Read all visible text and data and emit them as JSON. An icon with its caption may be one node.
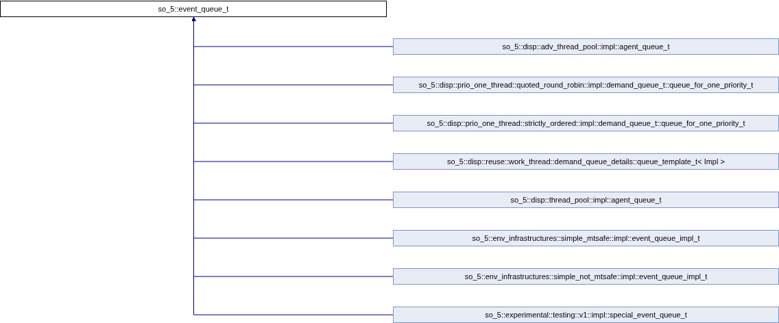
{
  "diagram": {
    "nodes": [
      {
        "text": [
          "so_5::event_queue_t"
        ]
      },
      {
        "text": [
          "so_5::disp::adv_thread_pool::impl::agent_queue_t"
        ]
      },
      {
        "text": [
          "so_5::disp::prio_one_thread::quoted_round_robin::impl::demand_queue_t::queue_for_one_priority_t"
        ]
      },
      {
        "text": [
          "so_5::disp::prio_one_thread::strictly_ordered::impl::demand_queue_t::queue_for_one_priority_t"
        ]
      },
      {
        "text": [
          "so_5::disp::reuse::work_thread::demand_queue_details::queue_template_t< Impl >"
        ]
      },
      {
        "text": [
          "so_5::disp::thread_pool::impl::agent_queue_t"
        ]
      },
      {
        "text": [
          "so_5::env_infrastructures::simple_mtsafe::impl::event_queue_impl_t"
        ]
      },
      {
        "text": [
          "so_5::env_infrastructures::simple_not_mtsafe::impl::event_queue_impl_t"
        ]
      },
      {
        "text": [
          "so_5::experimental::testing::v1::impl::special_event_queue_t"
        ]
      }
    ],
    "edges": [
      {
        "from": 1,
        "to": 0,
        "arrow": "to"
      },
      {
        "from": 2,
        "to": 0,
        "arrow": "to"
      },
      {
        "from": 3,
        "to": 0,
        "arrow": "to"
      },
      {
        "from": 4,
        "to": 0,
        "arrow": "to"
      },
      {
        "from": 5,
        "to": 0,
        "arrow": "to"
      },
      {
        "from": 6,
        "to": 0,
        "arrow": "to"
      },
      {
        "from": 7,
        "to": 0,
        "arrow": "to"
      },
      {
        "from": 8,
        "to": 0,
        "arrow": "to"
      }
    ]
  }
}
